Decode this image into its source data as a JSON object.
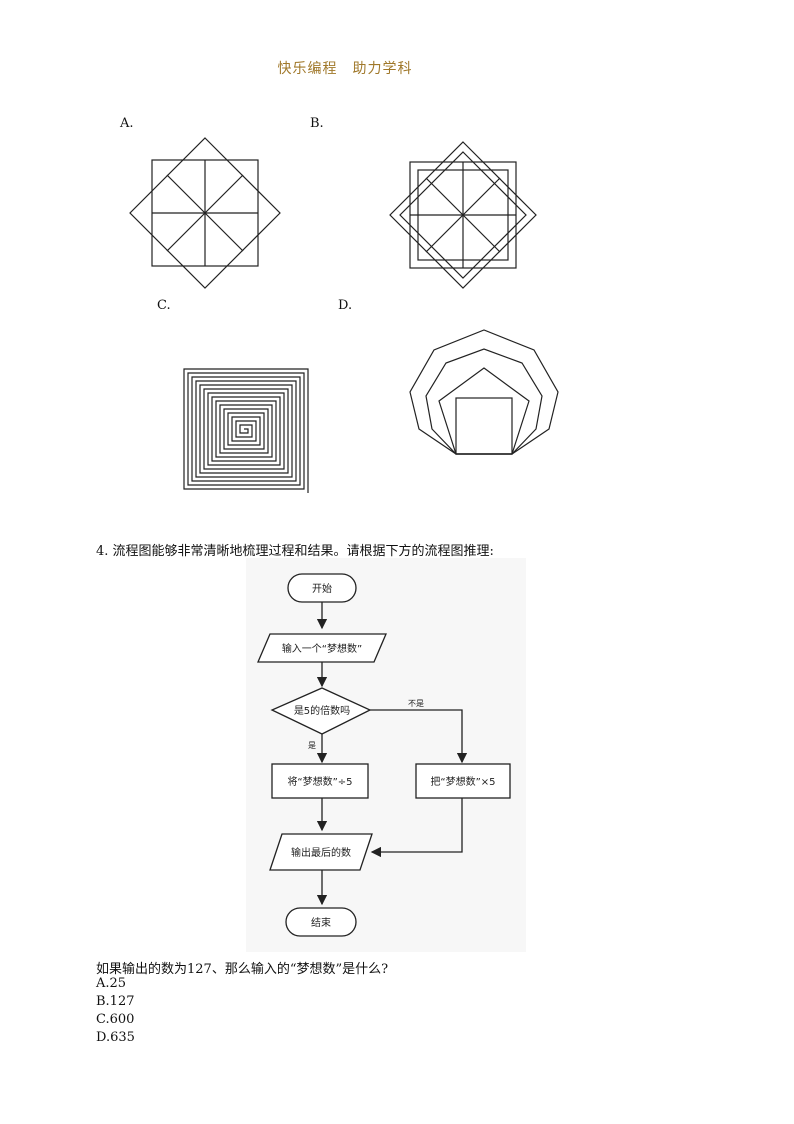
{
  "header": {
    "text": "快乐编程　助力学科"
  },
  "options_prev": {
    "a": "A.",
    "b": "B.",
    "c": "C.",
    "d": "D."
  },
  "question4": {
    "text": "4. 流程图能够非常清晰地梳理过程和结果。请根据下方的流程图推理:"
  },
  "flowchart": {
    "start": "开始",
    "input": "输入一个“梦想数”",
    "decision": "是5的倍数吗",
    "no_label": "不是",
    "yes_label": "是",
    "yes_action": "将“梦想数”÷5",
    "no_action": "把“梦想数”×5",
    "output": "输出最后的数",
    "end": "结束"
  },
  "question": {
    "text": "如果输出的数为127、那么输入的“梦想数”是什么?"
  },
  "choices": [
    "A.25",
    "B.127",
    "C.600",
    "D.635"
  ]
}
